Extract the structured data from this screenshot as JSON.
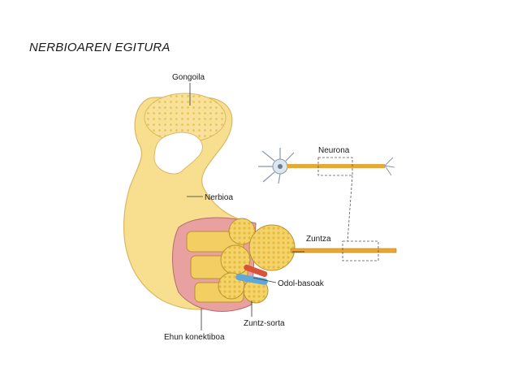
{
  "slide": {
    "title": "NERBIOAREN EGITURA"
  },
  "diagram": {
    "labels": {
      "gongoila": "Gongoila",
      "neurona": "Neurona",
      "nerbioa": "Nerbioa",
      "zuntza": "Zuntza",
      "odol_basoak": "Odol-basoak",
      "zuntz_sorta": "Zuntz-sorta",
      "ehun_konektiboa": "Ehun konektiboa"
    },
    "colors": {
      "nerve_body": "#f7df8f",
      "nerve_outline": "#d9b861",
      "connective_tissue": "#e8a0a0",
      "fiber_bundle": "#f3cf63",
      "blood_vessel_red": "#d9533a",
      "blood_vessel_blue": "#5fa8d8",
      "fiber_orange": "#e8a838"
    }
  }
}
